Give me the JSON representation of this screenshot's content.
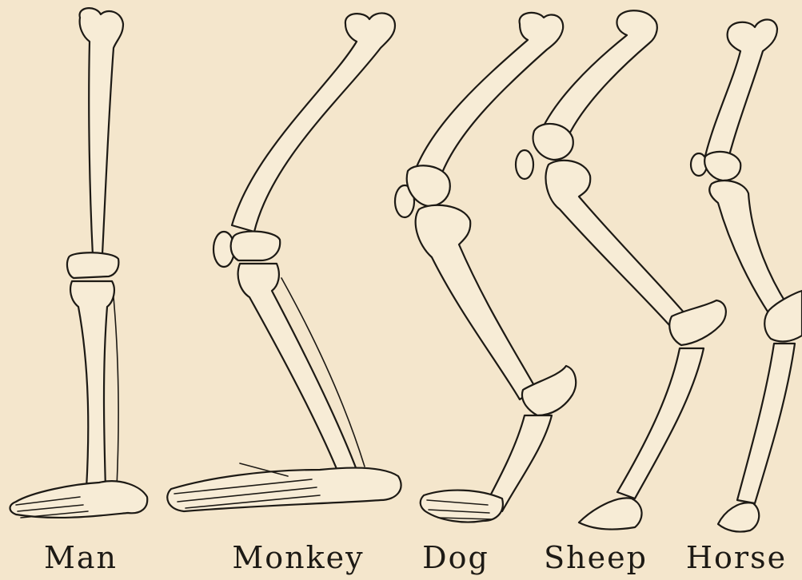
{
  "figure": {
    "background": "#f4e6cc",
    "ink": "#1d1a15",
    "labels": {
      "man": "Man",
      "monkey": "Monkey",
      "dog": "Dog",
      "sheep": "Sheep",
      "horse": "Horse"
    }
  }
}
